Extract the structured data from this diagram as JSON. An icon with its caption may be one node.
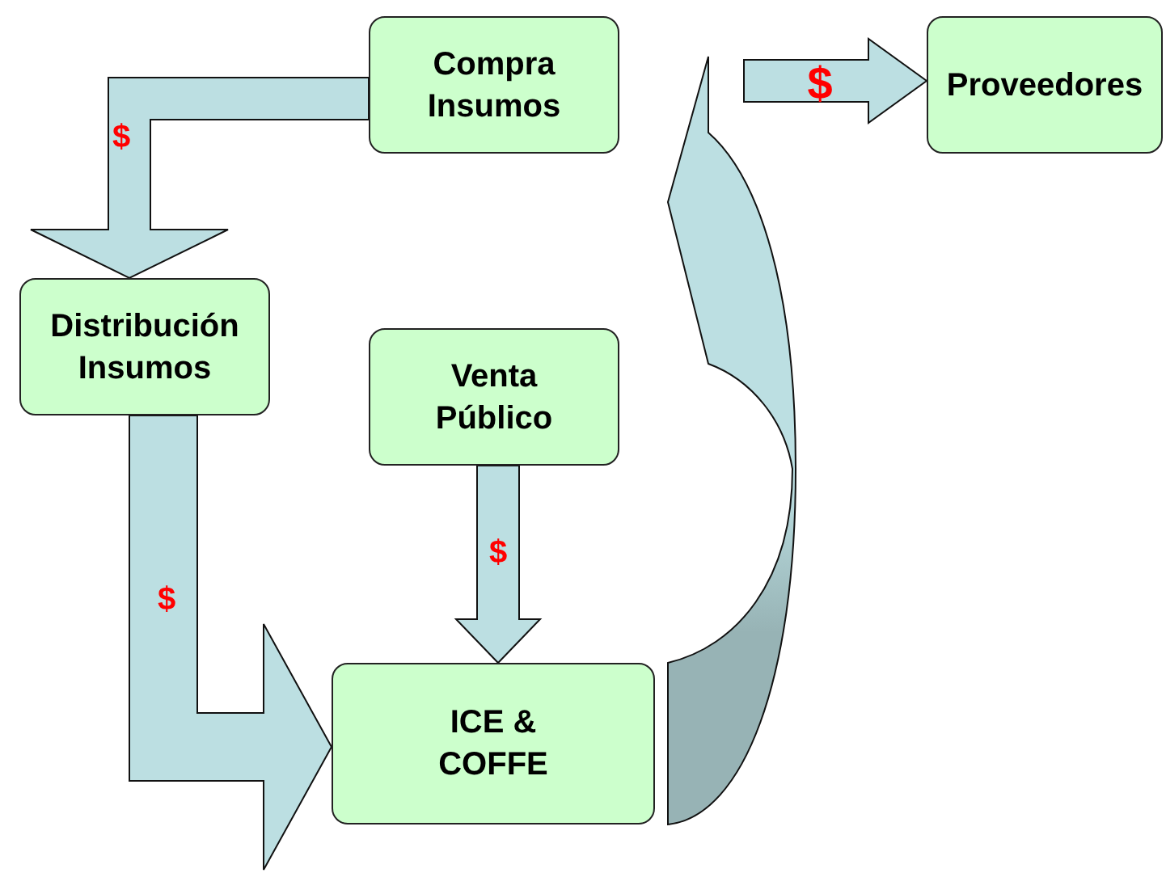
{
  "diagram": {
    "nodes": [
      {
        "text": [
          "Compra Insumos"
        ]
      },
      {
        "text": [
          "Proveedores"
        ]
      },
      {
        "text": [
          "Distribución Insumos"
        ]
      },
      {
        "text": [
          "Venta Público"
        ]
      },
      {
        "text": [
          "ICE & COFFE"
        ]
      }
    ],
    "edges": [
      {
        "from": 0,
        "to": 2,
        "arrow": "to",
        "label": "$"
      },
      {
        "from": 2,
        "to": 4,
        "arrow": "to",
        "label": "$"
      },
      {
        "from": 3,
        "to": 4,
        "arrow": "to",
        "label": "$"
      },
      {
        "from": 4,
        "to": null,
        "arrow": "to"
      },
      {
        "from": null,
        "to": 1,
        "arrow": "to",
        "label": "$"
      }
    ]
  }
}
